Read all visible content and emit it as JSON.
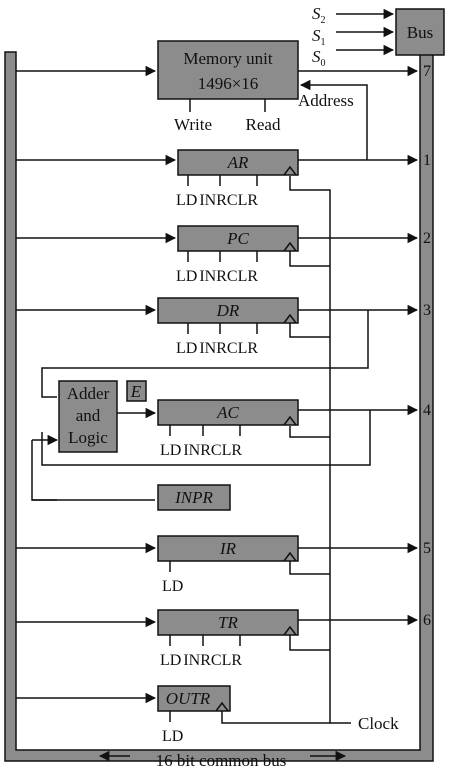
{
  "bus": {
    "label": "Bus",
    "bottom_label": "16 bit common bus"
  },
  "selects": [
    {
      "label": "S",
      "sub": "2"
    },
    {
      "label": "S",
      "sub": "1"
    },
    {
      "label": "S",
      "sub": "0"
    }
  ],
  "memory": {
    "label_line1": "Memory unit",
    "label_line2": "1496×16",
    "write": "Write",
    "read": "Read",
    "address": "Address",
    "bus_number": "7"
  },
  "adder": {
    "line1": "Adder",
    "line2": "and",
    "line3": "Logic"
  },
  "e_flag": "E",
  "clock": "Clock",
  "registers": [
    {
      "name": "AR",
      "controls": [
        "LD",
        "INR",
        "CLR"
      ],
      "bus_number": "1"
    },
    {
      "name": "PC",
      "controls": [
        "LD",
        "INR",
        "CLR"
      ],
      "bus_number": "2"
    },
    {
      "name": "DR",
      "controls": [
        "LD",
        "INR",
        "CLR"
      ],
      "bus_number": "3"
    },
    {
      "name": "AC",
      "controls": [
        "LD",
        "INR",
        "CLR"
      ],
      "bus_number": "4"
    },
    {
      "name": "INPR",
      "controls": [],
      "bus_number": ""
    },
    {
      "name": "IR",
      "controls": [
        "LD"
      ],
      "bus_number": "5"
    },
    {
      "name": "TR",
      "controls": [
        "LD",
        "INR",
        "CLR"
      ],
      "bus_number": "6"
    },
    {
      "name": "OUTR",
      "controls": [
        "LD"
      ],
      "bus_number": ""
    }
  ]
}
